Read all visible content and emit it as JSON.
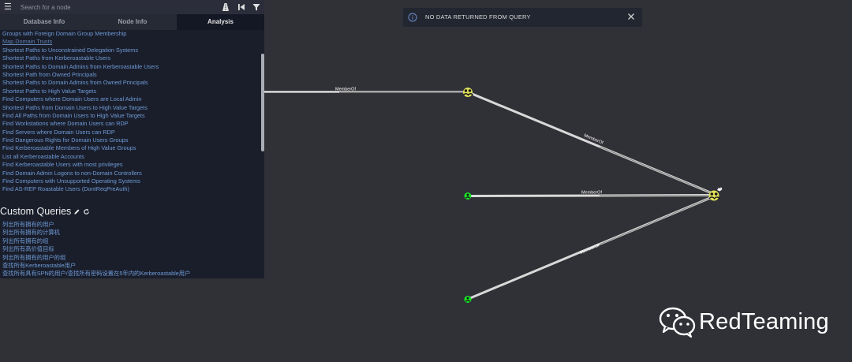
{
  "search": {
    "placeholder": "Search for a node"
  },
  "tabs": [
    {
      "label": "Database Info",
      "active": false
    },
    {
      "label": "Node Info",
      "active": false
    },
    {
      "label": "Analysis",
      "active": true
    }
  ],
  "queries": [
    "Groups with Foreign Domain Group Membership",
    "Map Domain Trusts",
    "Shortest Paths to Unconstrained Delegation Systems",
    "Shortest Paths from Kerberoastable Users",
    "Shortest Paths to Domain Admins from Kerberoastable Users",
    "Shortest Path from Owned Principals",
    "Shortest Paths to Domain Admins from Owned Principals",
    "Shortest Paths to High Value Targets",
    "Find Computers where Domain Users are Local Admin",
    "Shortest Paths from Domain Users to High Value Targets",
    "Find All Paths from Domain Users to High Value Targets",
    "Find Workstations where Domain Users can RDP",
    "Find Servers where Domain Users can RDP",
    "Find Dangerous Rights for Domain Users Groups",
    "Find Kerberoastable Members of High Value Groups",
    "List all Kerberoastable Accounts",
    "Find Kerberoastable Users with most privileges",
    "Find Domain Admin Logons to non-Domain Controllers",
    "Find Computers with Unsupported Operating Systems",
    "Find AS-REP Roastable Users (DontReqPreAuth)"
  ],
  "custom": {
    "title": "Custom Queries",
    "items": [
      "列出所有拥有的用户",
      "列出所有拥有的计算机",
      "列出所有拥有的组",
      "列出所有高价值目标",
      "列出所有拥有的用户的组",
      "查找所有Kerberoastable用户",
      "查找所有具有SPN的用户/查找所有密码设置在5年内的Kerberoastable用户"
    ]
  },
  "toast": {
    "message": "NO DATA RETURNED FROM QUERY"
  },
  "graph": {
    "edge_label": "MemberOf",
    "group_color": "#e0e05a",
    "user_color": "#17e625"
  },
  "watermark": {
    "text": "RedTeaming"
  }
}
